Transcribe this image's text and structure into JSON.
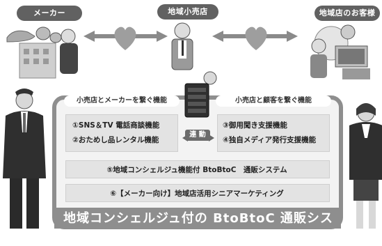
{
  "header": {
    "maker": "メーカー",
    "retailer": "地域小売店",
    "customer": "地域店のお客様"
  },
  "labels": {
    "left_function": "小売店とメーカーを繋ぐ機能",
    "right_function": "小売店と顧客を繋ぐ機能",
    "link": "連 動"
  },
  "functions": {
    "f1": "①SNS＆TV 電話商談機能",
    "f2": "②おためし品レンタル機能",
    "f3": "③御用聞き支援機能",
    "f4": "④独自メディア発行支援機能",
    "f5": "⑤地域コンシェルジュ機能付 BtoBtoC　通販システム",
    "f6": "⑥【メーカー向け】地域店活用シニアマーケティング"
  },
  "footer": {
    "title": "地域コンシェルジュ付の BtoBtoC 通販システム"
  }
}
